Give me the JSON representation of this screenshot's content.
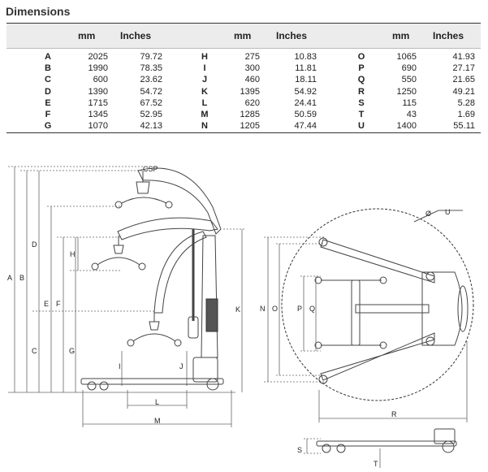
{
  "title": "Dimensions",
  "headers": {
    "mm": "mm",
    "inches": "Inches"
  },
  "groups": [
    {
      "rows": [
        {
          "letter": "A",
          "mm": "2025",
          "in": "79.72"
        },
        {
          "letter": "B",
          "mm": "1990",
          "in": "78.35"
        },
        {
          "letter": "C",
          "mm": "600",
          "in": "23.62"
        },
        {
          "letter": "D",
          "mm": "1390",
          "in": "54.72"
        },
        {
          "letter": "E",
          "mm": "1715",
          "in": "67.52"
        },
        {
          "letter": "F",
          "mm": "1345",
          "in": "52.95"
        },
        {
          "letter": "G",
          "mm": "1070",
          "in": "42.13"
        }
      ]
    },
    {
      "rows": [
        {
          "letter": "H",
          "mm": "275",
          "in": "10.83"
        },
        {
          "letter": "I",
          "mm": "300",
          "in": "11.81"
        },
        {
          "letter": "J",
          "mm": "460",
          "in": "18.11"
        },
        {
          "letter": "K",
          "mm": "1395",
          "in": "54.92"
        },
        {
          "letter": "L",
          "mm": "620",
          "in": "24.41"
        },
        {
          "letter": "M",
          "mm": "1285",
          "in": "50.59"
        },
        {
          "letter": "N",
          "mm": "1205",
          "in": "47.44"
        }
      ]
    },
    {
      "rows": [
        {
          "letter": "O",
          "mm": "1065",
          "in": "41.93"
        },
        {
          "letter": "P",
          "mm": "690",
          "in": "27.17"
        },
        {
          "letter": "Q",
          "mm": "550",
          "in": "21.65"
        },
        {
          "letter": "R",
          "mm": "1250",
          "in": "49.21"
        },
        {
          "letter": "S",
          "mm": "115",
          "in": "5.28"
        },
        {
          "letter": "T",
          "mm": "43",
          "in": "1.69"
        },
        {
          "letter": "U",
          "mm": "1400",
          "in": "55.11"
        }
      ]
    }
  ],
  "diagram": {
    "csp": "CSP",
    "phi": "Ø",
    "labels": {
      "A": "A",
      "B": "B",
      "C": "C",
      "D": "D",
      "E": "E",
      "F": "F",
      "G": "G",
      "H": "H",
      "I": "I",
      "J": "J",
      "K": "K",
      "L": "L",
      "M": "M",
      "N": "N",
      "O": "O",
      "P": "P",
      "Q": "Q",
      "R": "R",
      "S": "S",
      "T": "T",
      "U": "U"
    }
  }
}
